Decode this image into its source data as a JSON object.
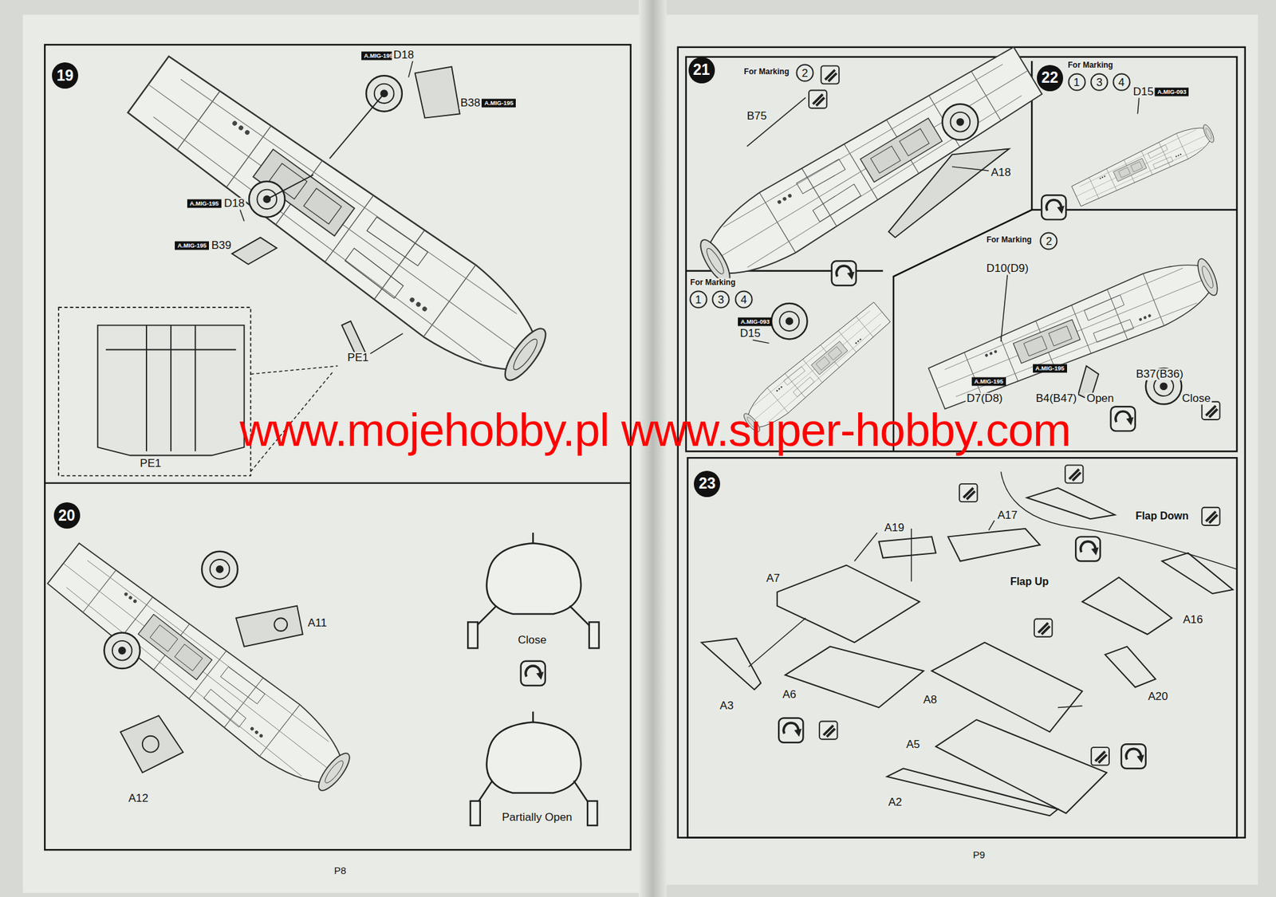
{
  "diagram": {
    "nodes": [
      {
        "text": [
          "19"
        ]
      },
      {
        "text": [
          "A.MIG-195"
        ]
      },
      {
        "text": [
          "A.MIG-195"
        ]
      },
      {
        "text": [
          "A.MIG-195"
        ]
      },
      {
        "text": [
          "A.MIG-195"
        ]
      },
      {
        "text": [
          "20"
        ]
      },
      {
        "text": [
          "21"
        ]
      },
      {
        "text": [
          "2"
        ]
      },
      {
        "text": [
          "22"
        ]
      },
      {
        "text": [
          "1"
        ]
      },
      {
        "text": [
          "3"
        ]
      },
      {
        "text": [
          "4"
        ]
      },
      {
        "text": [
          "A.MIG-093"
        ]
      },
      {
        "text": [
          "2"
        ]
      },
      {
        "text": [
          "1"
        ]
      },
      {
        "text": [
          "3"
        ]
      },
      {
        "text": [
          "4"
        ]
      },
      {
        "text": [
          "A.MIG-093"
        ]
      },
      {
        "text": [
          "A.MIG-195"
        ]
      },
      {
        "text": [
          "A.MIG-195"
        ]
      },
      {
        "text": [
          "23"
        ]
      }
    ],
    "labels": [
      "D18",
      "B38",
      "D18",
      "B39",
      "PE1",
      "PE1",
      "A11",
      "A12",
      "Close",
      "Partially Open",
      "P8",
      "For Marking",
      "B75",
      "A18",
      "For Marking",
      "D15",
      "For Marking",
      "D10(D9)",
      "For Marking",
      "D15",
      "B37(B36)",
      "D7(D8)",
      "B4(B47)",
      "Open",
      "Close",
      "A19",
      "A17",
      "A7",
      "Flap Up",
      "Flap Down",
      "A16",
      "A3",
      "A6",
      "A8",
      "A20",
      "A5",
      "A2",
      "P9",
      "www.mojehobby.pl www.super-hobby.com"
    ]
  }
}
